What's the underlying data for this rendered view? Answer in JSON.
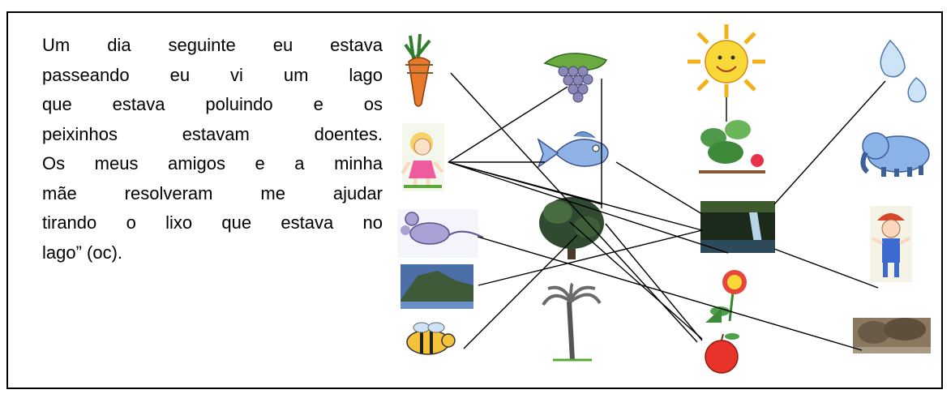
{
  "story": {
    "lines": [
      "Um dia seguinte eu estava",
      "passeando eu vi um lago",
      "que estava poluindo e os",
      "peixinhos estavam doentes.",
      "Os meus amigos e a minha",
      "mãe resolveram me ajudar",
      "tirando o lixo que estava no",
      "lago” (oc)."
    ]
  },
  "pictures": [
    "carrot-icon",
    "girl-icon",
    "mouse-icon",
    "hill-landscape-image",
    "bee-icon",
    "grapes-icon",
    "fish-icon",
    "tree-icon",
    "palm-tree-icon",
    "sun-icon",
    "strawberry-plant-icon",
    "waterfall-image",
    "flower-icon",
    "apple-icon",
    "water-drops-icon",
    "elephant-icon",
    "boy-icon",
    "rocks-image"
  ],
  "colors": {
    "text": "#000000",
    "border": "#000000",
    "line": "#000000"
  }
}
